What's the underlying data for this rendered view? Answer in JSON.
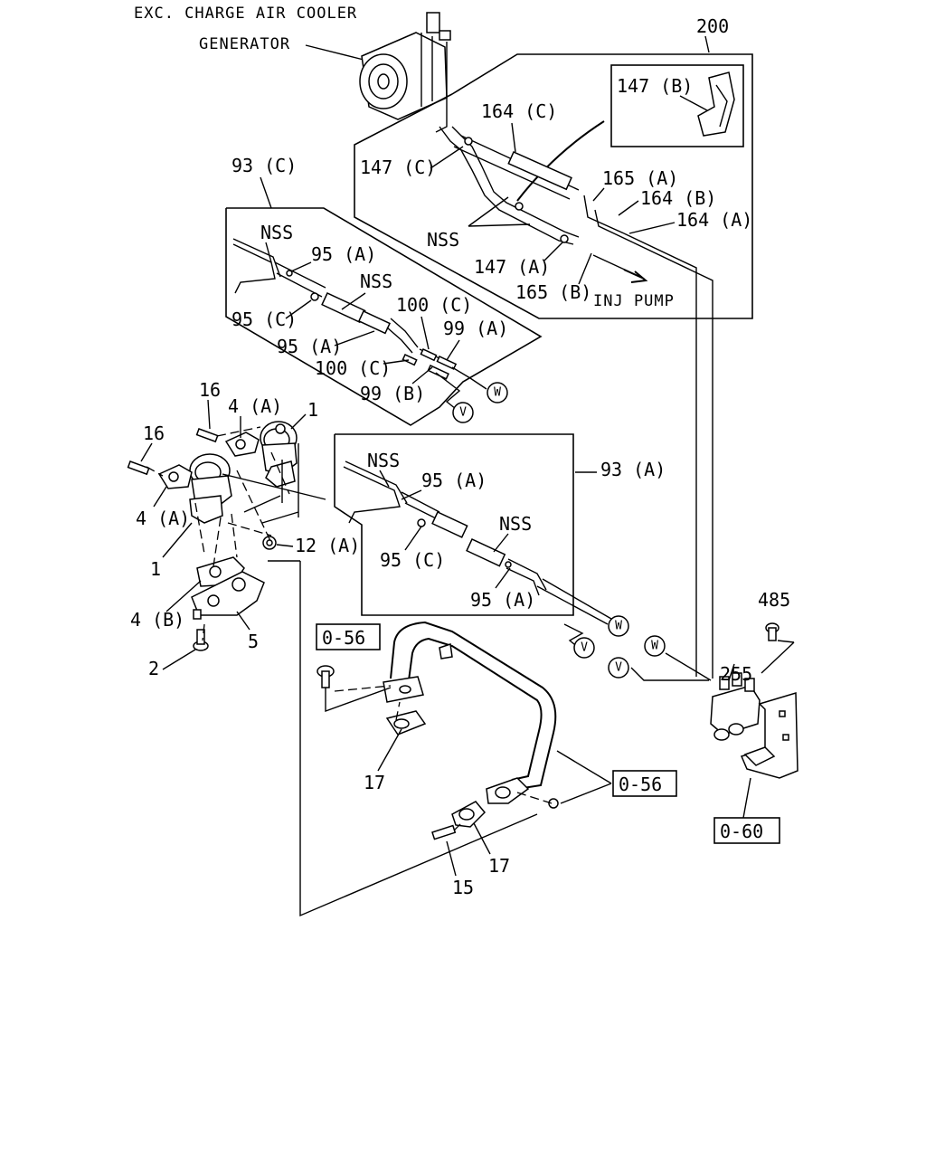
{
  "header": {
    "subtitle": "EXC. CHARGE AIR COOLER",
    "generator_label": "GENERATOR"
  },
  "callouts": {
    "c200": "200",
    "c147b": "147 (B)",
    "c164c": "164 (C)",
    "c147c": "147 (C)",
    "c165a": "165 (A)",
    "c164b": "164 (B)",
    "c164a": "164 (A)",
    "nss_top": "NSS",
    "c147a": "147 (A)",
    "c165b": "165 (B)",
    "inj_pump": "INJ PUMP",
    "c93c": "93 (C)",
    "nss_1": "NSS",
    "c95a_1": "95 (A)",
    "nss_2": "NSS",
    "c95c_1": "95 (C)",
    "c100c_1": "100 (C)",
    "c99a": "99 (A)",
    "c95a_2": "95 (A)",
    "c100c_2": "100 (C)",
    "c99b": "99 (B)",
    "c16_1": "16",
    "c4a_1": "4 (A)",
    "c1_1": "1",
    "c16_2": "16",
    "c4a_2": "4 (A)",
    "c1_2": "1",
    "c12a": "12 (A)",
    "c4b": "4 (B)",
    "c5": "5",
    "c2": "2",
    "nss_3": "NSS",
    "c95a_3": "95 (A)",
    "c93a": "93 (A)",
    "nss_4": "NSS",
    "c95c_2": "95 (C)",
    "c95a_4": "95 (A)",
    "c485": "485",
    "c255": "255",
    "c17_1": "17",
    "c17_2": "17",
    "c15": "15"
  },
  "ref_boxes": {
    "ref_056_a": "0-56",
    "ref_056_b": "0-56",
    "ref_060": "0-60"
  },
  "connectors": {
    "w1": "W",
    "v1": "V",
    "w2": "W",
    "v2": "V",
    "w3": "W",
    "v3": "V"
  }
}
